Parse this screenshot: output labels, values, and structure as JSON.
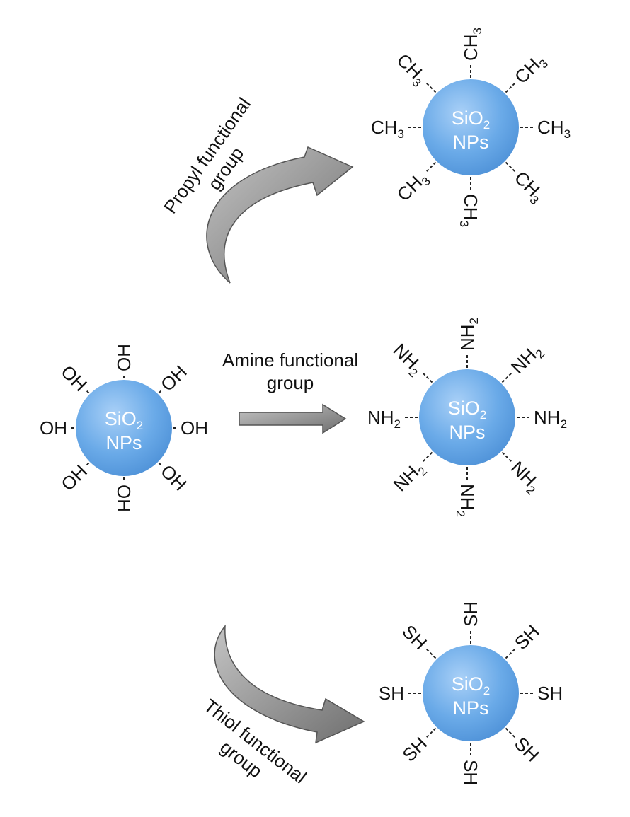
{
  "center_particle": {
    "line1": "SiO",
    "sub": "2",
    "line2": "NPs",
    "group": "OH",
    "sphere_color": "#5b9fe3"
  },
  "propyl": {
    "label_line1": "Propyl functional",
    "label_line2": "group",
    "particle": {
      "line1": "SiO",
      "sub": "2",
      "line2": "NPs"
    },
    "group_main": "CH",
    "group_sub": "3"
  },
  "amine": {
    "label_line1": "Amine functional",
    "label_line2": "group",
    "particle": {
      "line1": "SiO",
      "sub": "2",
      "line2": "NPs"
    },
    "group_main": "NH",
    "group_sub": "2"
  },
  "thiol": {
    "label_line1": "Thiol functional",
    "label_line2": "group",
    "particle": {
      "line1": "SiO",
      "sub": "2",
      "line2": "NPs"
    },
    "group_main": "SH",
    "group_sub": ""
  },
  "colors": {
    "sphere": "#5b9fe3",
    "sphere_highlight": "#a9d0f7",
    "arrow_fill": "#8a8a8a",
    "text": "#111111"
  }
}
